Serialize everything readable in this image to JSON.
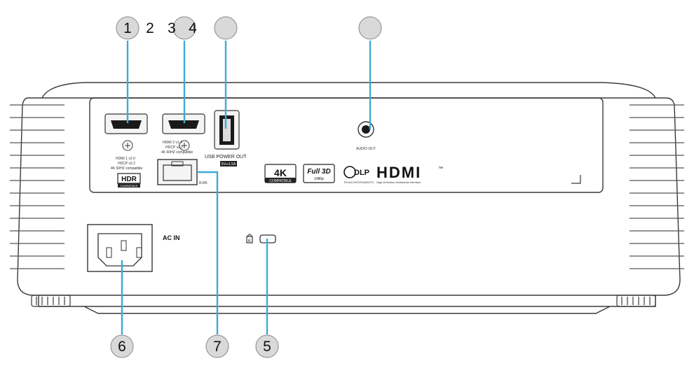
{
  "callouts": {
    "c1": "1",
    "c2": "2",
    "c3": "3",
    "c4": "4",
    "c5": "5",
    "c6": "6",
    "c7": "7"
  },
  "ports": {
    "hdmi1_label": "HDMI 1 v2.0",
    "hdmi1_sub1": "HDCP v2.2",
    "hdmi1_sub2": "4K 60HZ compatible",
    "hdmi2_label": "HDMI 2 v1.4",
    "hdmi2_sub1": "HDCP v2.2",
    "hdmi2_sub2": "4K 60HZ compatible",
    "usb_label": "USB POWER OUT",
    "usb_sub": "5V⎓1.5A",
    "rj45_label": "RJ45",
    "audio_label": "AUDIO OUT",
    "ac_label": "AC IN",
    "hdr_badge": "HDR",
    "hdr_sub": "COMPATIBLE"
  },
  "logos": {
    "k4": "4K",
    "k4_sub": "COMPATIBLE",
    "full3d": "Full 3D",
    "full3d_sub": "1080p",
    "dlp": "DLP",
    "dlp_sub": "TEXAS INSTRUMENTS",
    "hdmi": "HDMI",
    "hdmi_tm": "™",
    "hdmi_sub": "High-Definition Multimedia Interface"
  },
  "colors": {
    "outline": "#3a3a3a",
    "callout_line": "#3fa9d6",
    "callout_fill": "#d9d9d9",
    "port_fill": "#1a1a1a"
  }
}
